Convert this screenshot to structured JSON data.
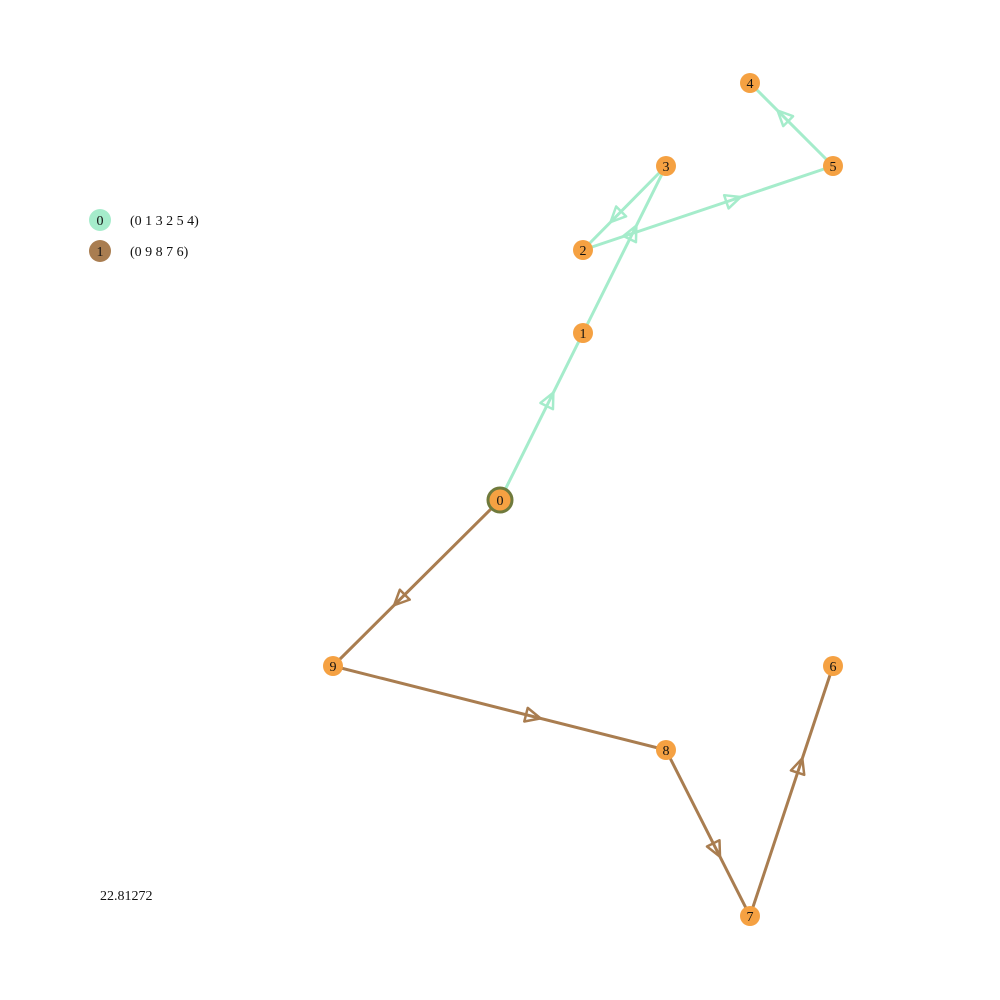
{
  "colors": {
    "route_0": "#a5eccb",
    "route_1": "#a97d50",
    "node_fill": "#f5a142",
    "depot_ring": "#6f7a3c"
  },
  "nodes": [
    {
      "id": "0",
      "depot": true
    },
    {
      "id": "1"
    },
    {
      "id": "2"
    },
    {
      "id": "3"
    },
    {
      "id": "4"
    },
    {
      "id": "5"
    },
    {
      "id": "6"
    },
    {
      "id": "7"
    },
    {
      "id": "8"
    },
    {
      "id": "9"
    }
  ],
  "routes": [
    {
      "id": "0",
      "label": "(0 1 3 2 5 4)",
      "color": "#a5eccb",
      "path": [
        "0",
        "1",
        "3",
        "2",
        "5",
        "4"
      ]
    },
    {
      "id": "1",
      "label": "(0 9 8 7 6)",
      "color": "#a97d50",
      "path": [
        "0",
        "9",
        "8",
        "7",
        "6"
      ]
    }
  ],
  "cost": "22.81272"
}
